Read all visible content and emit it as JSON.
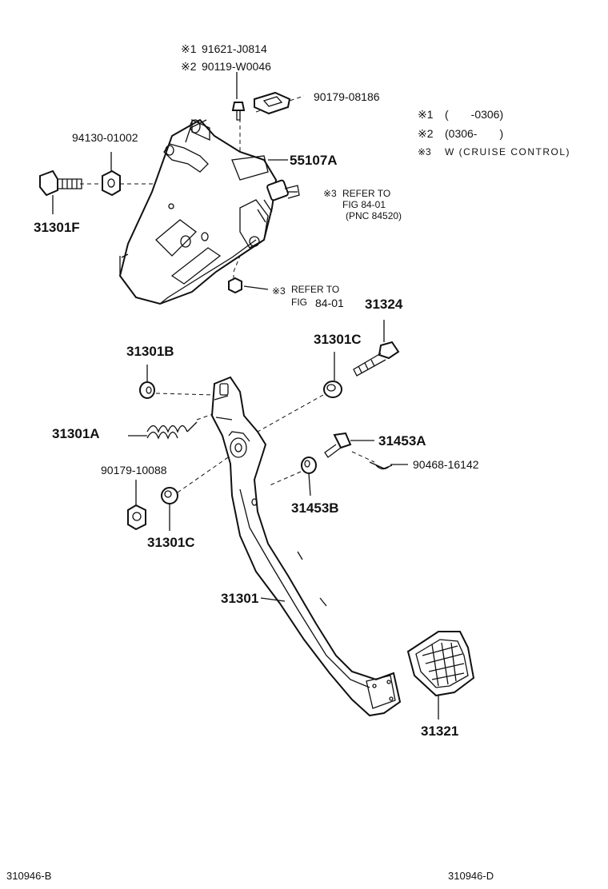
{
  "labels": {
    "p_91621": "91621-J0814",
    "p_90119": "90119-W0046",
    "p_90179a": "90179-08186",
    "p_94130": "94130-01002",
    "p_55107A": "55107A",
    "p_31301F": "31301F",
    "ref1_a": "REFER TO",
    "ref1_b": "FIG 84-01",
    "ref1_c": "(PNC 84520)",
    "ref2_a": "REFER TO",
    "ref2_b": "FIG",
    "ref2_c": "84-01",
    "p_31324": "31324",
    "p_31301C_top": "31301C",
    "p_31301B": "31301B",
    "p_31301A": "31301A",
    "p_31453A": "31453A",
    "p_90468": "90468-16142",
    "p_90179b": "90179-10088",
    "p_31453B": "31453B",
    "p_31301C_bot": "31301C",
    "p_31301": "31301",
    "p_31321": "31321"
  },
  "marks": {
    "m1": "※1",
    "m2": "※2",
    "m3": "※3"
  },
  "legend": {
    "row1_mark": "※1",
    "row1_text": "(　　-0306)",
    "row2_mark": "※2",
    "row2_text": "(0306-　　)",
    "row3_mark": "※3",
    "row3_text": "W (CRUISE CONTROL)"
  },
  "footer": {
    "left": "310946-B",
    "right": "310946-D"
  }
}
